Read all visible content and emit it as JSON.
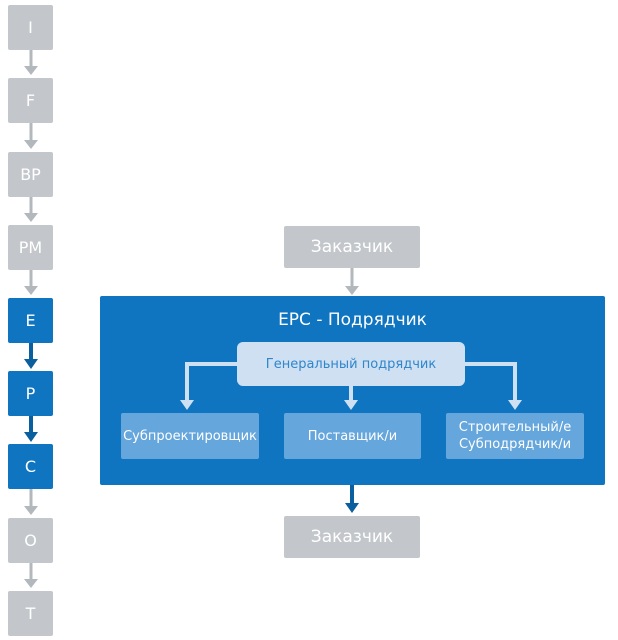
{
  "stages": [
    {
      "label": "I",
      "color": "gray"
    },
    {
      "label": "F",
      "color": "gray"
    },
    {
      "label": "BP",
      "color": "gray"
    },
    {
      "label": "PM",
      "color": "gray"
    },
    {
      "label": "E",
      "color": "blue"
    },
    {
      "label": "P",
      "color": "blue"
    },
    {
      "label": "C",
      "color": "blue"
    },
    {
      "label": "O",
      "color": "gray"
    },
    {
      "label": "T",
      "color": "gray"
    }
  ],
  "client_top": {
    "label": "Заказчик"
  },
  "epc": {
    "title": "EPC - Подрядчик",
    "general_contractor": "Генеральный подрядчик",
    "sub_designer": "Субпроектировщик",
    "supplier": "Поставщик/и",
    "builder_line1": "Строительный/е",
    "builder_line2": "Субподрядчик/и"
  },
  "client_bottom": {
    "label": "Заказчик"
  },
  "colors": {
    "gray": "#c3c7cb",
    "blue": "#0f75c0",
    "light_blue": "#cfe0f2",
    "mid_blue": "#65a6dc"
  }
}
